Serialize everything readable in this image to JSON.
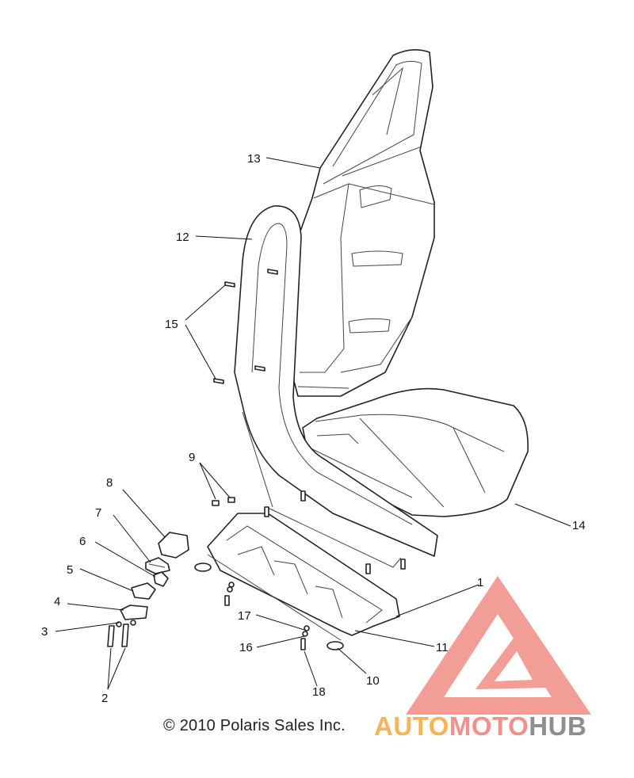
{
  "copyright": "© 2010 Polaris Sales Inc.",
  "watermark": {
    "part1": "AUTO",
    "part2": "MOTO",
    "part3": "HUB",
    "colors": {
      "logo": "#f08c84",
      "auto": "#f6b45a",
      "moto": "#f2908a",
      "hub": "#8e8e8e"
    }
  },
  "callouts": {
    "c1": "1",
    "c2": "2",
    "c3": "3",
    "c4": "4",
    "c5": "5",
    "c6": "6",
    "c7": "7",
    "c8": "8",
    "c9": "9",
    "c10": "10",
    "c11": "11",
    "c12": "12",
    "c13": "13",
    "c14": "14",
    "c15": "15",
    "c16": "16",
    "c17": "17",
    "c18": "18"
  }
}
